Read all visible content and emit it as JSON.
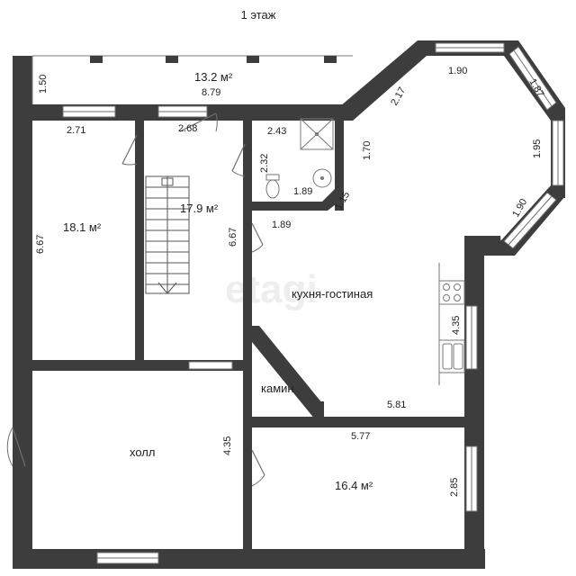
{
  "title": "1 этаж",
  "watermark": "etagi",
  "rooms": {
    "terrace_area": "13.2 м²",
    "left_room_area": "18.1 м²",
    "stair_hall_area": "17.9 м²",
    "kitchen_living": "кухня-гостиная",
    "fireplace": "камин",
    "hall": "холл",
    "bottom_room_area": "16.4 м²"
  },
  "dimensions": {
    "terrace_height": "1.50",
    "terrace_width": "8.79",
    "left_room_width": "2.71",
    "stair_hall_width": "2.68",
    "left_room_length": "6.67",
    "stair_hall_length": "6.67",
    "bath_width": "2.43",
    "bath_height": "2.32",
    "bath_inner": "1.89",
    "bath_right": "1.70",
    "bath_bottom": "1.89",
    "bath_diag": "1.15",
    "bay_diag_top": "2.17",
    "bay_top": "1.90",
    "bay_right_top": "1.87",
    "bay_right": "1.95",
    "bay_right_bottom": "1.90",
    "kitchen_height": "4.35",
    "kitchen_width": "5.81",
    "bottom_room_width": "5.77",
    "hall_height": "4.35",
    "bottom_room_height": "2.85"
  },
  "icons": [
    "shower-icon",
    "toilet-icon",
    "sink-icon",
    "stove-icon",
    "kitchen-sink-icon",
    "stairs-icon",
    "door-icon",
    "window-icon"
  ],
  "colors": {
    "wall": "#3d3d3d",
    "window_frame": "#6e6e6e",
    "watermark": "#eeeeee"
  }
}
